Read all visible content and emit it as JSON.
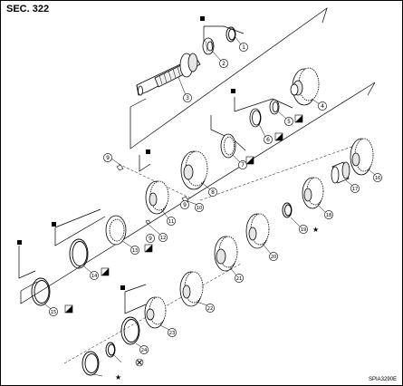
{
  "section": "SEC. 322",
  "image_code": "SPIA3290E",
  "parts": [
    {
      "n": "1"
    },
    {
      "n": "2"
    },
    {
      "n": "3"
    },
    {
      "n": "4"
    },
    {
      "n": "5"
    },
    {
      "n": "6"
    },
    {
      "n": "7"
    },
    {
      "n": "8"
    },
    {
      "n": "9"
    },
    {
      "n": "10"
    },
    {
      "n": "11"
    },
    {
      "n": "12"
    },
    {
      "n": "13"
    },
    {
      "n": "14"
    },
    {
      "n": "15"
    },
    {
      "n": "16"
    },
    {
      "n": "17"
    },
    {
      "n": "18"
    },
    {
      "n": "19"
    },
    {
      "n": "20"
    },
    {
      "n": "21"
    },
    {
      "n": "22"
    },
    {
      "n": "23"
    },
    {
      "n": "24"
    }
  ],
  "colors": {
    "line": "#000000",
    "background": "#ffffff",
    "metal": "#ffffff",
    "metal_shade": "#e6e6e6"
  }
}
